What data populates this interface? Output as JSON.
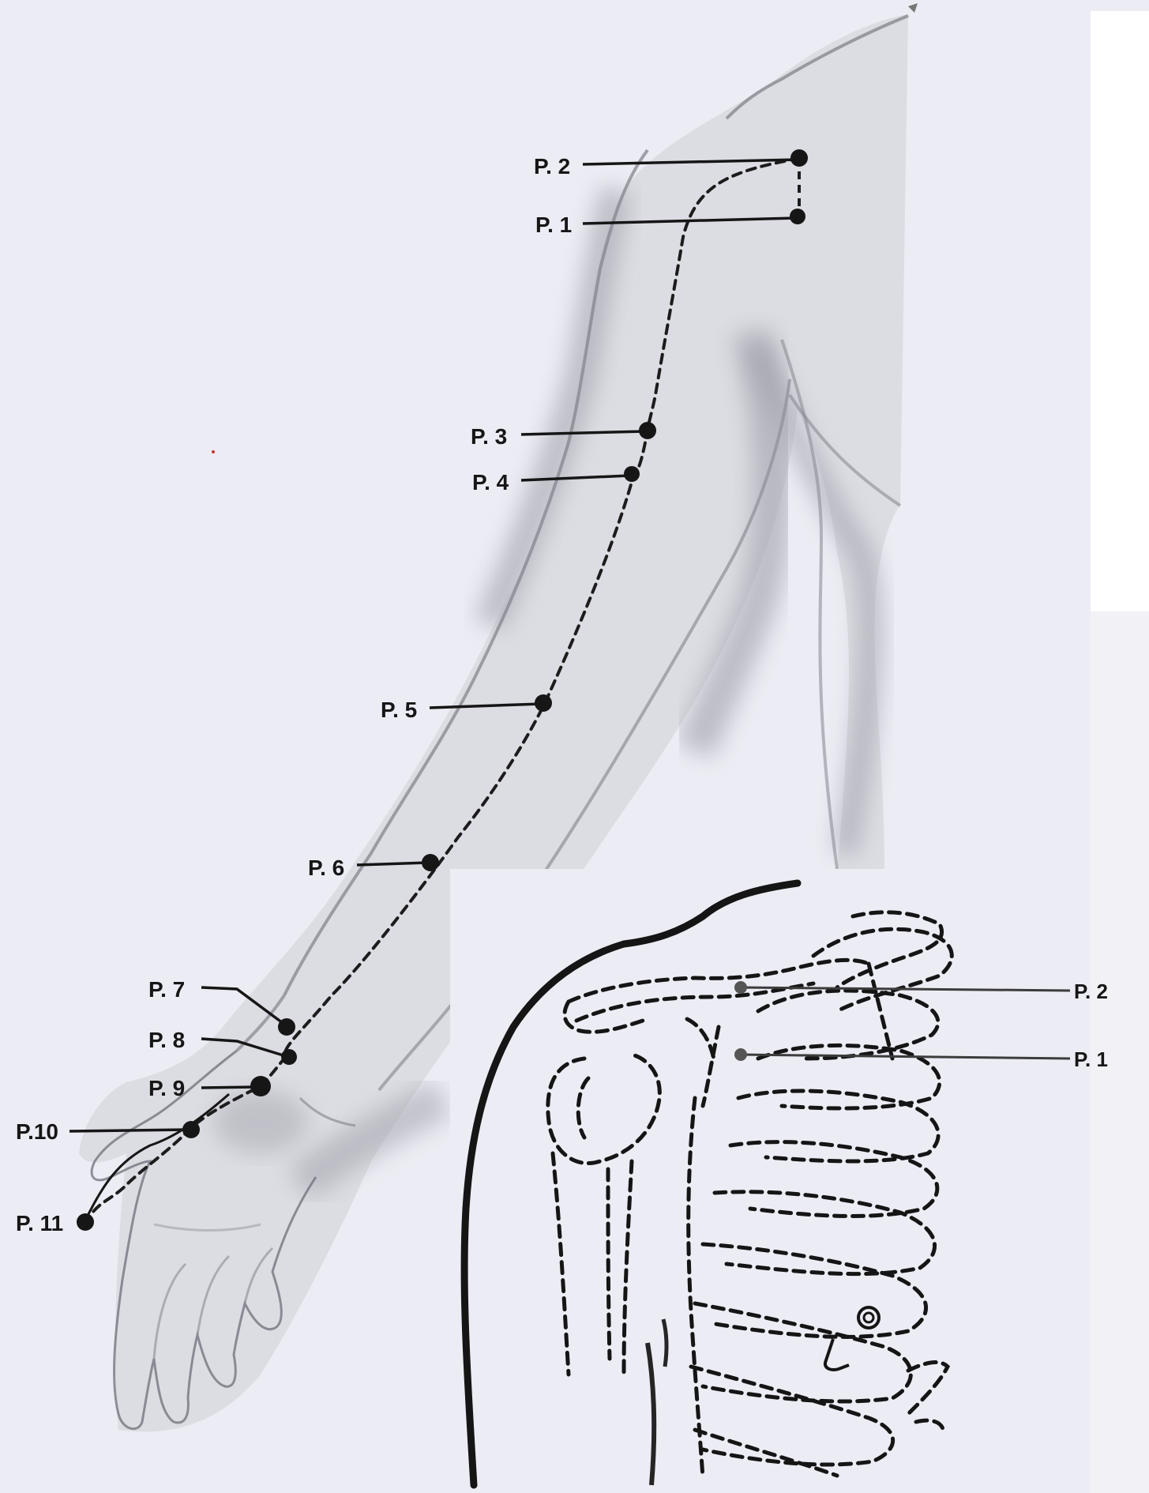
{
  "arm_points": [
    {
      "id": "p2",
      "label": "P. 2"
    },
    {
      "id": "p1",
      "label": "P. 1"
    },
    {
      "id": "p3",
      "label": "P. 3"
    },
    {
      "id": "p4",
      "label": "P. 4"
    },
    {
      "id": "p5",
      "label": "P. 5"
    },
    {
      "id": "p6",
      "label": "P. 6"
    },
    {
      "id": "p7",
      "label": "P. 7"
    },
    {
      "id": "p8",
      "label": "P. 8"
    },
    {
      "id": "p9",
      "label": "P. 9"
    },
    {
      "id": "p10",
      "label": "P.10"
    },
    {
      "id": "p11",
      "label": "P. 11"
    }
  ],
  "chest_points": [
    {
      "id": "chest-p2",
      "label": "P. 2"
    },
    {
      "id": "chest-p1",
      "label": "P. 1"
    }
  ],
  "colors": {
    "paper": "#ececf4",
    "ink": "#161616",
    "skin_shade": "#b9b9bf",
    "leader_grey": "#3c3c3c"
  }
}
